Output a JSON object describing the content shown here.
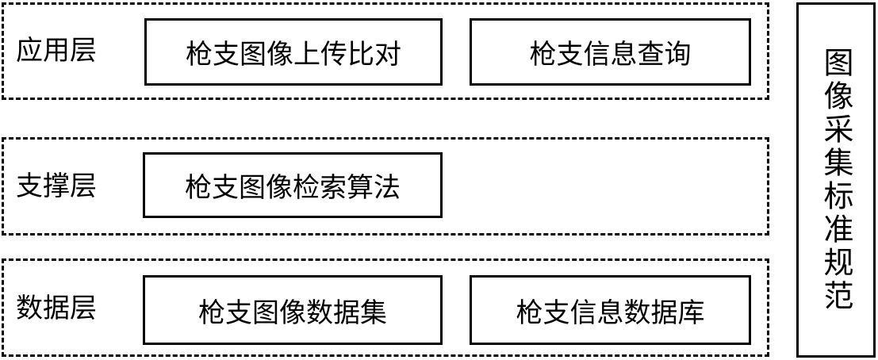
{
  "layers": {
    "application": {
      "label": "应用层",
      "modules": [
        "枪支图像上传比对",
        "枪支信息查询"
      ]
    },
    "support": {
      "label": "支撑层",
      "modules": [
        "枪支图像检索算法"
      ]
    },
    "data": {
      "label": "数据层",
      "modules": [
        "枪支图像数据集",
        "枪支信息数据库"
      ]
    }
  },
  "side_panel": {
    "label": "图像采集标准规范"
  }
}
